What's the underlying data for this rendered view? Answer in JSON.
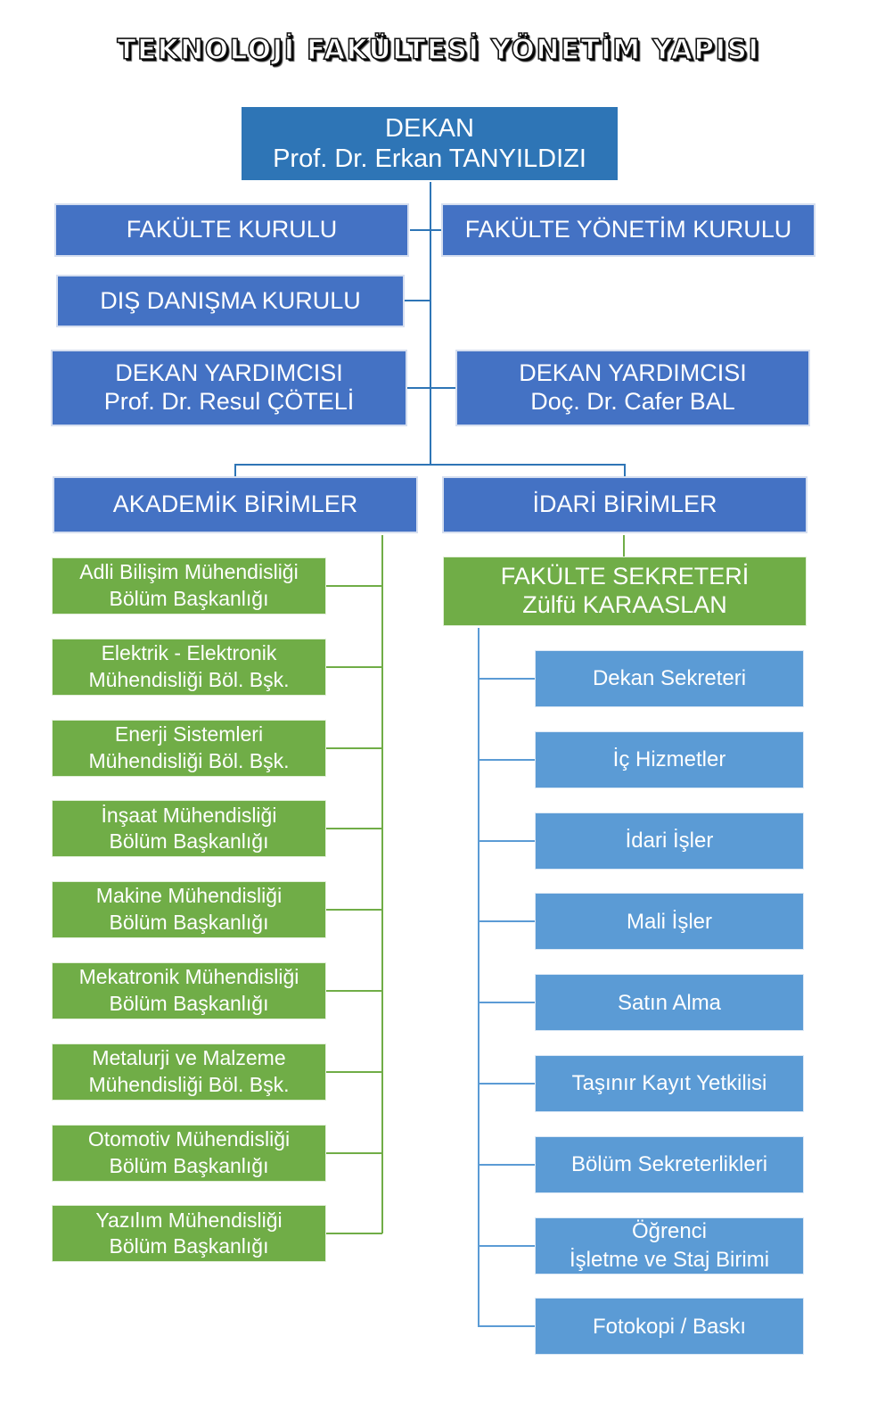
{
  "title": "TEKNOLOJİ FAKÜLTESİ YÖNETİM YAPISI",
  "dean": {
    "role": "DEKAN",
    "name": "Prof. Dr. Erkan TANYILDIZI"
  },
  "faculty_board": "FAKÜLTE KURULU",
  "faculty_exec_board": "FAKÜLTE YÖNETİM KURULU",
  "advisory_board": "DIŞ DANIŞMA KURULU",
  "vice_dean_1": {
    "role": "DEKAN YARDIMCISI",
    "name": "Prof. Dr. Resul ÇÖTELİ"
  },
  "vice_dean_2": {
    "role": "DEKAN YARDIMCISI",
    "name": "Doç. Dr. Cafer BAL"
  },
  "academic_units": {
    "title": "AKADEMİK BİRİMLER",
    "items": [
      {
        "line1": "Adli Bilişim Mühendisliği",
        "line2": "Bölüm Başkanlığı"
      },
      {
        "line1": "Elektrik - Elektronik",
        "line2": "Mühendisliği Böl. Bşk."
      },
      {
        "line1": "Enerji Sistemleri",
        "line2": "Mühendisliği Böl. Bşk."
      },
      {
        "line1": "İnşaat Mühendisliği",
        "line2": "Bölüm Başkanlığı"
      },
      {
        "line1": "Makine Mühendisliği",
        "line2": "Bölüm Başkanlığı"
      },
      {
        "line1": "Mekatronik Mühendisliği",
        "line2": "Bölüm Başkanlığı"
      },
      {
        "line1": "Metalurji ve Malzeme",
        "line2": "Mühendisliği Böl. Bşk."
      },
      {
        "line1": "Otomotiv Mühendisliği",
        "line2": "Bölüm Başkanlığı"
      },
      {
        "line1": "Yazılım Mühendisliği",
        "line2": "Bölüm Başkanlığı"
      }
    ]
  },
  "admin_units": {
    "title": "İDARİ BİRİMLER",
    "secretary": {
      "role": "FAKÜLTE SEKRETERİ",
      "name": "Zülfü KARAASLAN"
    },
    "items": [
      {
        "line1": "Dekan Sekreteri",
        "line2": ""
      },
      {
        "line1": "İç Hizmetler",
        "line2": ""
      },
      {
        "line1": "İdari İşler",
        "line2": ""
      },
      {
        "line1": "Mali İşler",
        "line2": ""
      },
      {
        "line1": "Satın Alma",
        "line2": ""
      },
      {
        "line1": "Taşınır Kayıt Yetkilisi",
        "line2": ""
      },
      {
        "line1": "Bölüm Sekreterlikleri",
        "line2": ""
      },
      {
        "line1": "Öğrenci",
        "line2": "İşletme ve Staj Birimi"
      },
      {
        "line1": "Fotokopi / Baskı",
        "line2": ""
      }
    ]
  },
  "colors": {
    "dean_box": "#2e75b6",
    "header_box": "#4472c4",
    "academic_box": "#70ad47",
    "admin_box": "#5b9bd5",
    "text": "#ffffff"
  }
}
